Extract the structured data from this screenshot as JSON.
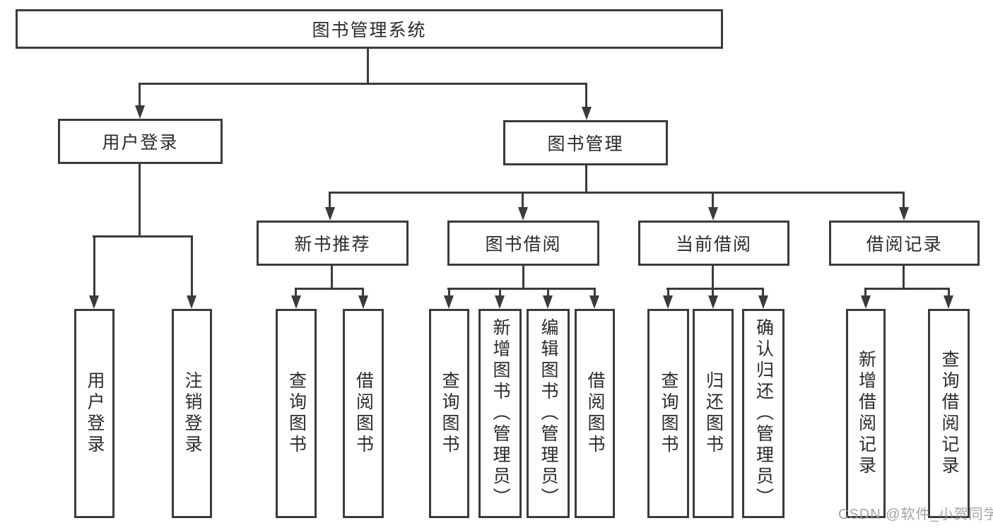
{
  "diagram": {
    "title": "图书管理系统",
    "branches": [
      {
        "label": "用户登录",
        "children": [
          {
            "label": "用户登录"
          },
          {
            "label": "注销登录"
          }
        ]
      },
      {
        "label": "图书管理",
        "children": [
          {
            "label": "新书推荐",
            "children": [
              {
                "label": "查询图书"
              },
              {
                "label": "借阅图书"
              }
            ]
          },
          {
            "label": "图书借阅",
            "children": [
              {
                "label": "查询图书"
              },
              {
                "label": "新增图书（管理员）"
              },
              {
                "label": "编辑图书（管理员）"
              },
              {
                "label": "借阅图书"
              }
            ]
          },
          {
            "label": "当前借阅",
            "children": [
              {
                "label": "查询图书"
              },
              {
                "label": "归还图书"
              },
              {
                "label": "确认归还（管理员）"
              }
            ]
          },
          {
            "label": "借阅记录",
            "children": [
              {
                "label": "新增借阅记录"
              },
              {
                "label": "查询借阅记录"
              }
            ]
          }
        ]
      }
    ]
  },
  "watermark": "CSDN @软件_小贺同学",
  "colors": {
    "line": "#3b3b3b",
    "text": "#2b2b2b",
    "background": "#ffffff",
    "watermark": "#9b9b9b"
  }
}
